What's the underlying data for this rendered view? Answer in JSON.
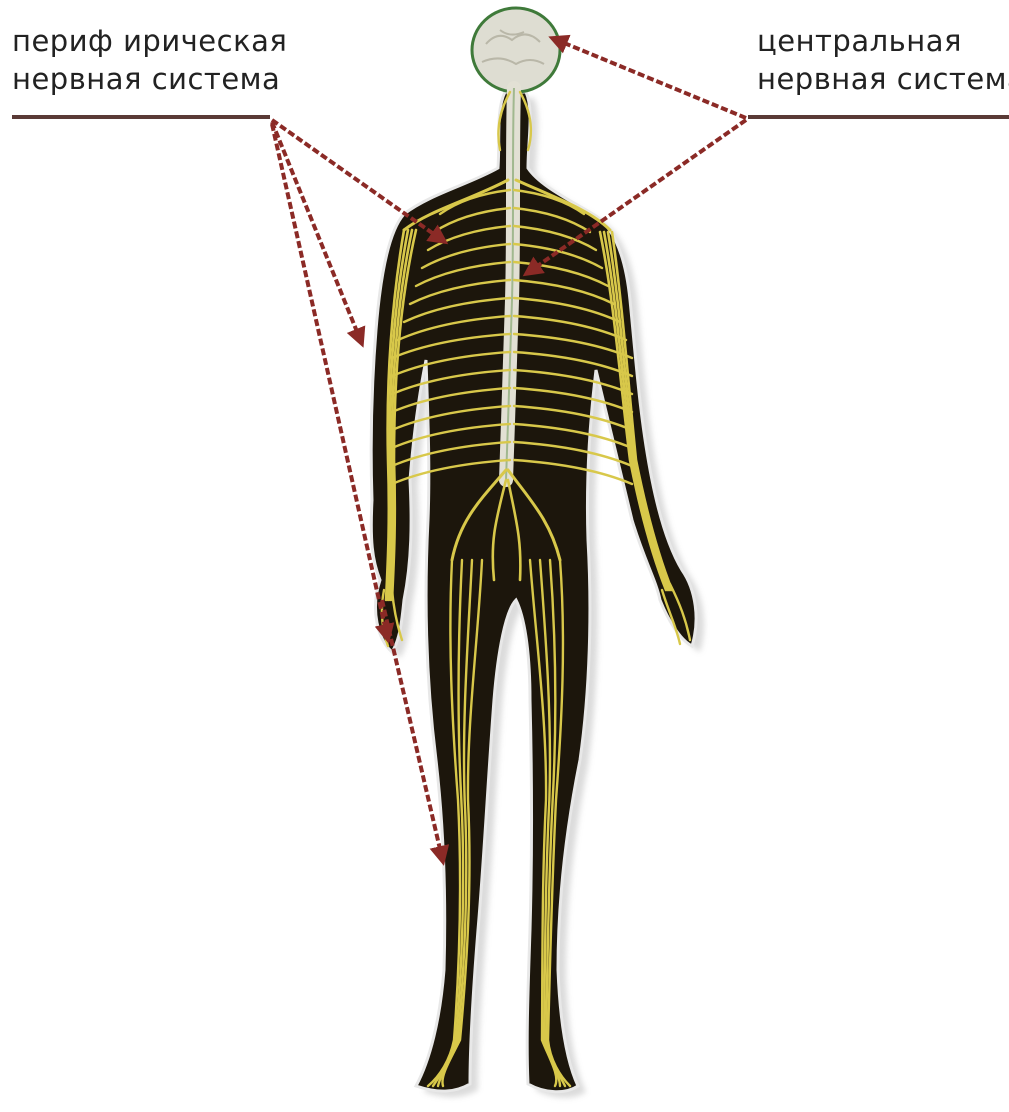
{
  "labels": {
    "peripheral": {
      "line1": "периф ирическая",
      "line2": "нервная система"
    },
    "central": {
      "line1": "центральная",
      "line2": "нервная система"
    }
  },
  "colors": {
    "background": "#ffffff",
    "body_silhouette": "#1c160c",
    "nerve": "#d8c84a",
    "spine": "#e2e0d4",
    "brain": "#deddd2",
    "arrow": "#8b2a26",
    "leader_line": "#5a3a36",
    "text": "#222222"
  }
}
